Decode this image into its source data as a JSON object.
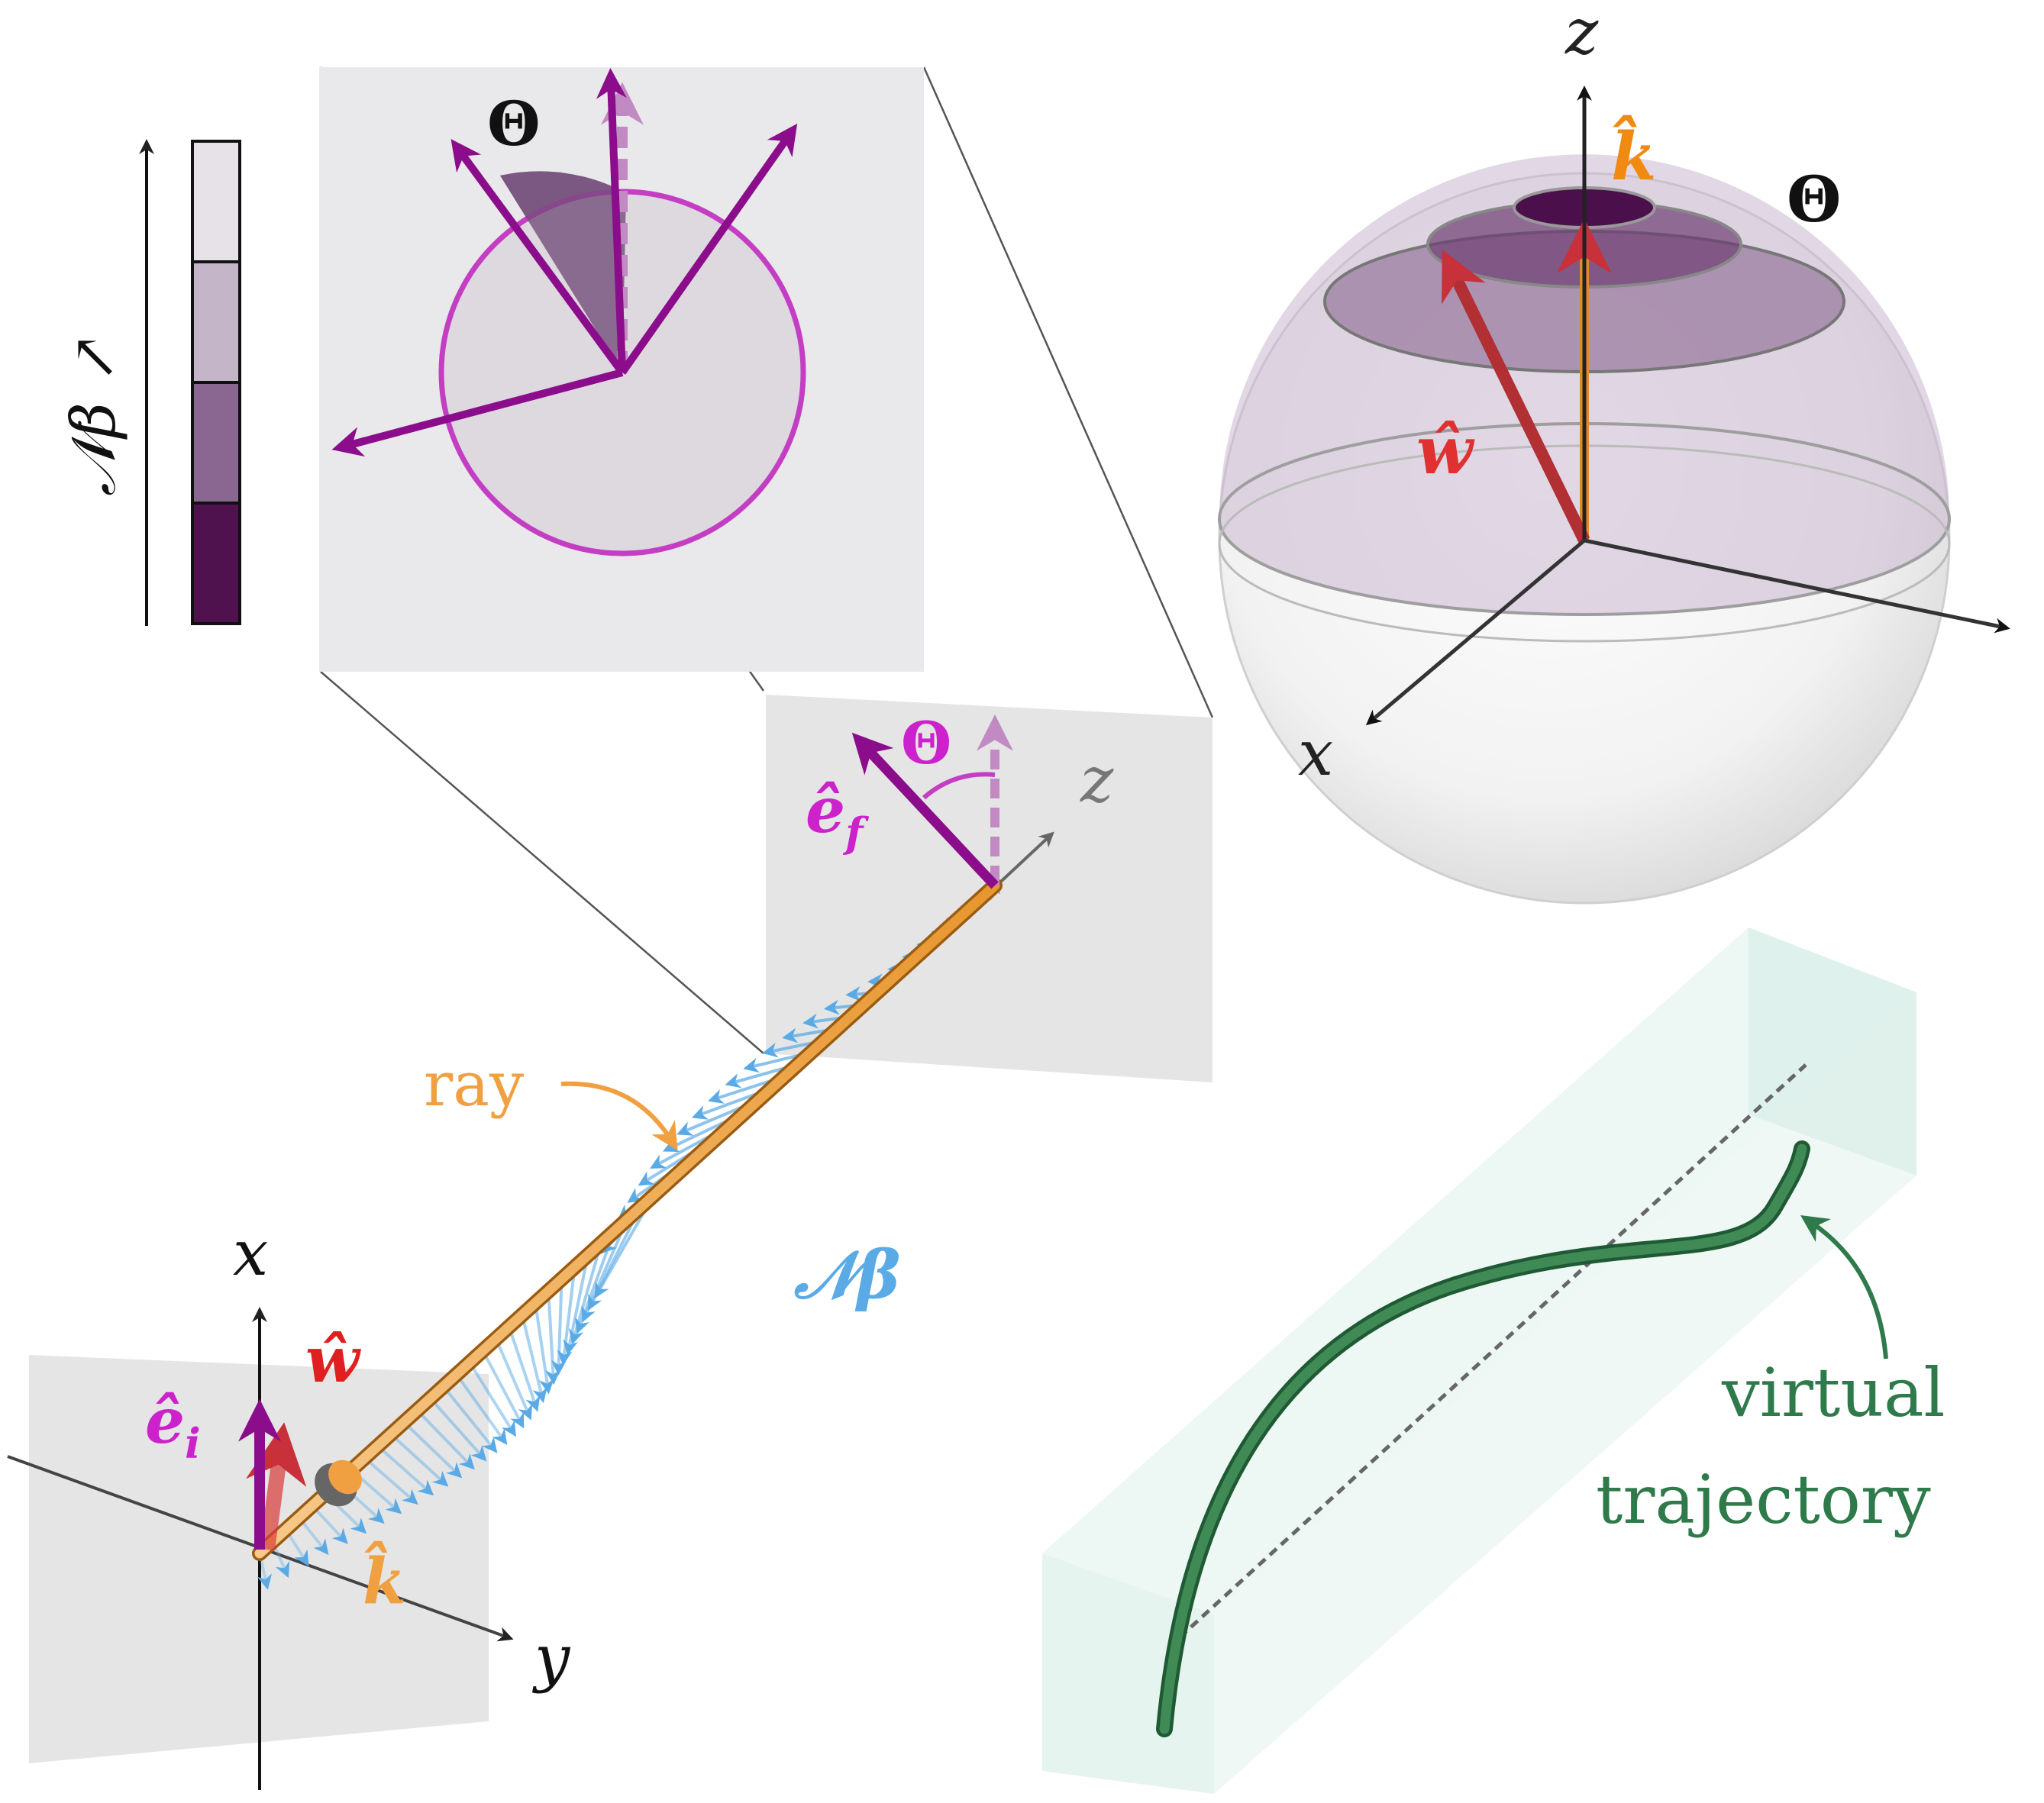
{
  "colors": {
    "orange": "#f0a040",
    "blue": "#5aaae6",
    "purple": "#8b0d8b",
    "magenta": "#cc22cc",
    "red": "#e02020",
    "green": "#2e7a4a",
    "dark": "#222222",
    "panel_grey": "#e8e7ea",
    "colorbar": [
      "#e6e2e8",
      "#c4b5c8",
      "#8a6790",
      "#50124f"
    ]
  },
  "legend": {
    "axis_label": "𝒩β ↗"
  },
  "zoom_inset": {
    "theta_label": "Θ"
  },
  "ray_diagram": {
    "ray_label": "ray",
    "nbeta_label": "𝒩β",
    "x_axis": "x",
    "y_axis": "y",
    "z_axis": "z",
    "ei_label": "ê",
    "ei_sub": "i",
    "ef_label": "ê",
    "ef_sub": "f",
    "w_label": "ŵ",
    "k_label": "k̂",
    "theta_label": "Θ"
  },
  "sphere": {
    "z_axis": "z",
    "x_axis": "x",
    "k_label": "k̂",
    "w_label": "ŵ",
    "theta_label": "Θ"
  },
  "trajectory": {
    "label_line1": "virtual",
    "label_line2": "trajectory"
  }
}
